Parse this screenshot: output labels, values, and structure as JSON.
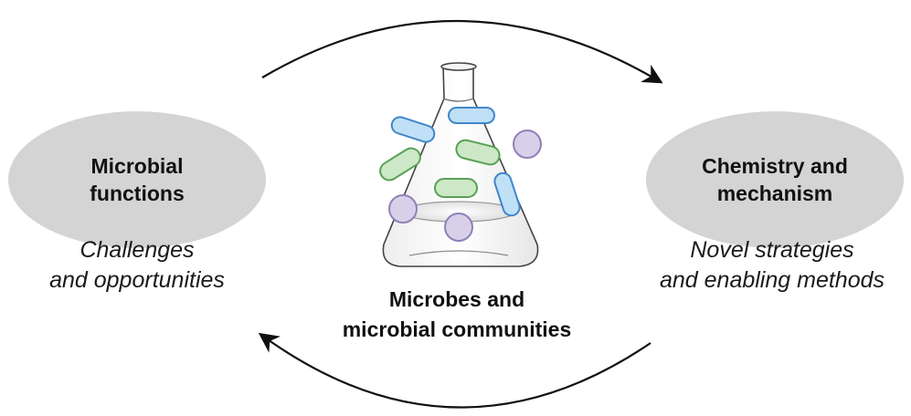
{
  "diagram": {
    "left_node": {
      "line1": "Microbial",
      "line2": "functions",
      "caption_line1": "Challenges",
      "caption_line2": "and opportunities"
    },
    "right_node": {
      "line1": "Chemistry and",
      "line2": "mechanism",
      "caption_line1": "Novel strategies",
      "caption_line2": "and enabling methods"
    },
    "center": {
      "line1": "Microbes and",
      "line2": "microbial communities",
      "icon": "flask-with-microbes-icon"
    },
    "colors": {
      "node_fill": "#d4d4d4",
      "microbe_blue": "#bfe0f7",
      "microbe_blue_stroke": "#3f87c9",
      "microbe_green": "#cde8c6",
      "microbe_green_stroke": "#56a153",
      "microbe_purple": "#d8d0e8",
      "microbe_purple_stroke": "#8f81b8",
      "arrow": "#111111"
    }
  }
}
